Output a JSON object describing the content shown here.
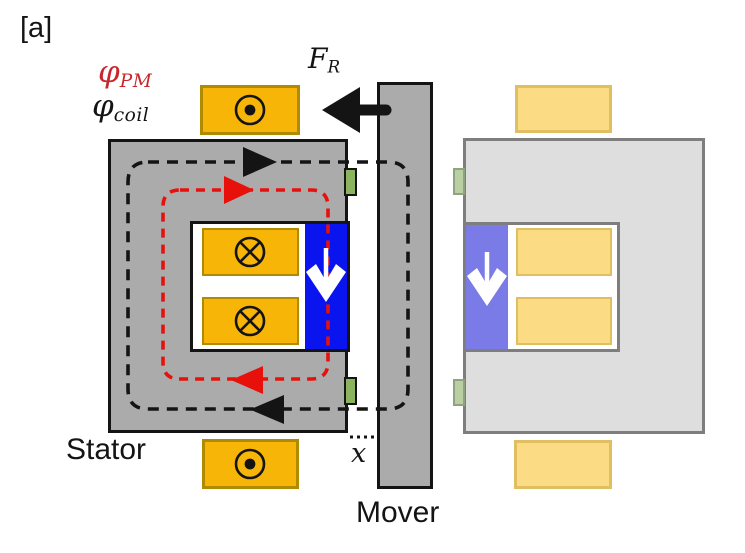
{
  "figure": {
    "tag": "[a]"
  },
  "labels": {
    "flux_pm": {
      "symbol": "φ",
      "sub": "PM"
    },
    "flux_coil": {
      "symbol": "φ",
      "sub": "coil"
    },
    "force": {
      "symbol": "F",
      "sub": "R"
    },
    "stator": "Stator",
    "mover": "Mover",
    "displacement": "x"
  },
  "symbols": {
    "current_out_of_page": "⊙",
    "current_into_page": "⊗",
    "magnet_polarity": "↓",
    "reluctance_force_direction": "←"
  },
  "colors": {
    "stator_fill": "#ABABAB",
    "outline": "#141414",
    "coil_fill": "#F7B508",
    "coil_border": "#B08A00",
    "magnet_fill": "#0914EE",
    "magnet_arrow": "#FFFFFF",
    "pad_fill": "#8CB45E",
    "flux_pm_path": "#E8100B",
    "flux_pm_label": "#C7282D",
    "flux_coil_path": "#141414",
    "ghost_stator_fill": "#DEDEDE",
    "ghost_outline": "#7E7E7E",
    "ghost_coil_fill": "#FBDC85",
    "ghost_coil_border": "#E0BE62",
    "ghost_magnet_fill": "#7B7BE8",
    "ghost_pad_fill": "#BACFA2"
  }
}
